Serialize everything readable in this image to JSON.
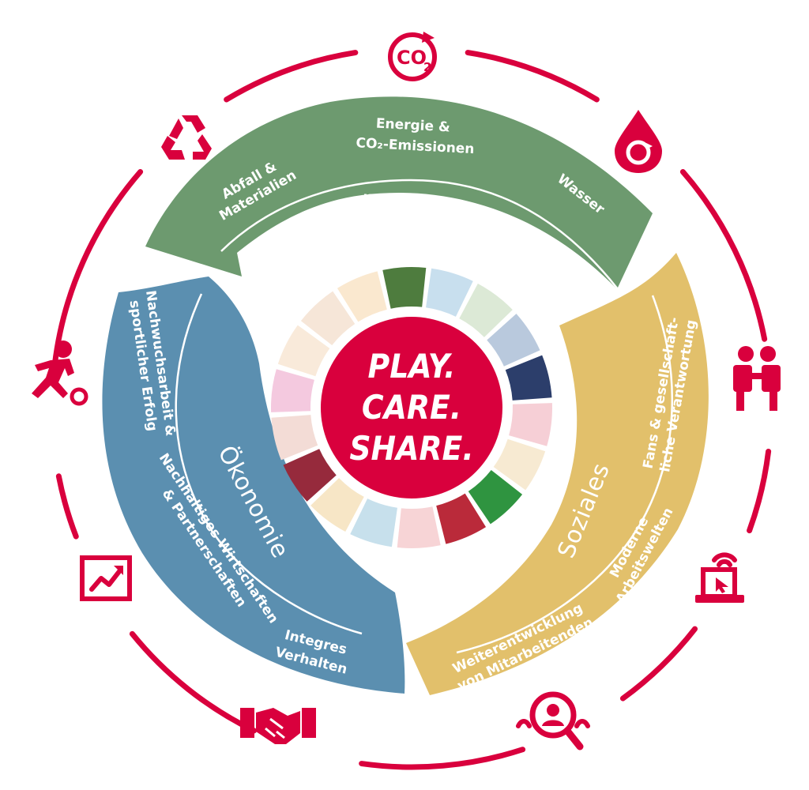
{
  "center": {
    "motto_lines": [
      "PLAY.",
      "CARE.",
      "SHARE."
    ]
  },
  "pillars": {
    "ecology": {
      "title": "Ökologie",
      "color": "#6d9a6f",
      "topics": [
        {
          "lines": [
            "Abfall &",
            "Materialien"
          ]
        },
        {
          "lines": [
            "Energie &",
            "CO₂-Emissionen"
          ]
        },
        {
          "lines": [
            "Wasser"
          ]
        }
      ]
    },
    "social": {
      "title": "Soziales",
      "color": "#e2c06b",
      "topics": [
        {
          "lines": [
            "Fans & gesellschaft-",
            "liche Verantwortung"
          ]
        },
        {
          "lines": [
            "Moderne",
            "Arbeitswelten"
          ]
        },
        {
          "lines": [
            "Weiterentwicklung",
            "von Mitarbeitenden"
          ]
        }
      ]
    },
    "economy": {
      "title": "Ökonomie",
      "color": "#5b8fb0",
      "topics": [
        {
          "lines": [
            "Nachwuchsarbeit &",
            "sportlicher Erfolg"
          ]
        },
        {
          "lines": [
            "Nachhaltiges Wirtschaften",
            "& Partnerschaften"
          ]
        },
        {
          "lines": [
            "Integres",
            "Verhalten"
          ]
        }
      ]
    }
  },
  "ring_color": "#d9003d",
  "sdg_segment_colors": [
    "#4e7c3e",
    "#c8dfee",
    "#dce9d6",
    "#b9c9dd",
    "#2c3e6b",
    "#f6cfd6",
    "#f7ead2",
    "#2f9440",
    "#ba2a3a",
    "#f7d4d6",
    "#c7e0ec",
    "#f7e6c6",
    "#962a3c",
    "#f3dcd6",
    "#f4c9df",
    "#f9eada",
    "#f6e6d8",
    "#fae8cf"
  ],
  "icons": [
    "co2-icon",
    "water-drop-recycle-icon",
    "people-icon",
    "laptop-wifi-icon",
    "search-person-icon",
    "handshake-icon",
    "growth-chart-icon",
    "football-player-icon",
    "recycle-icon"
  ]
}
